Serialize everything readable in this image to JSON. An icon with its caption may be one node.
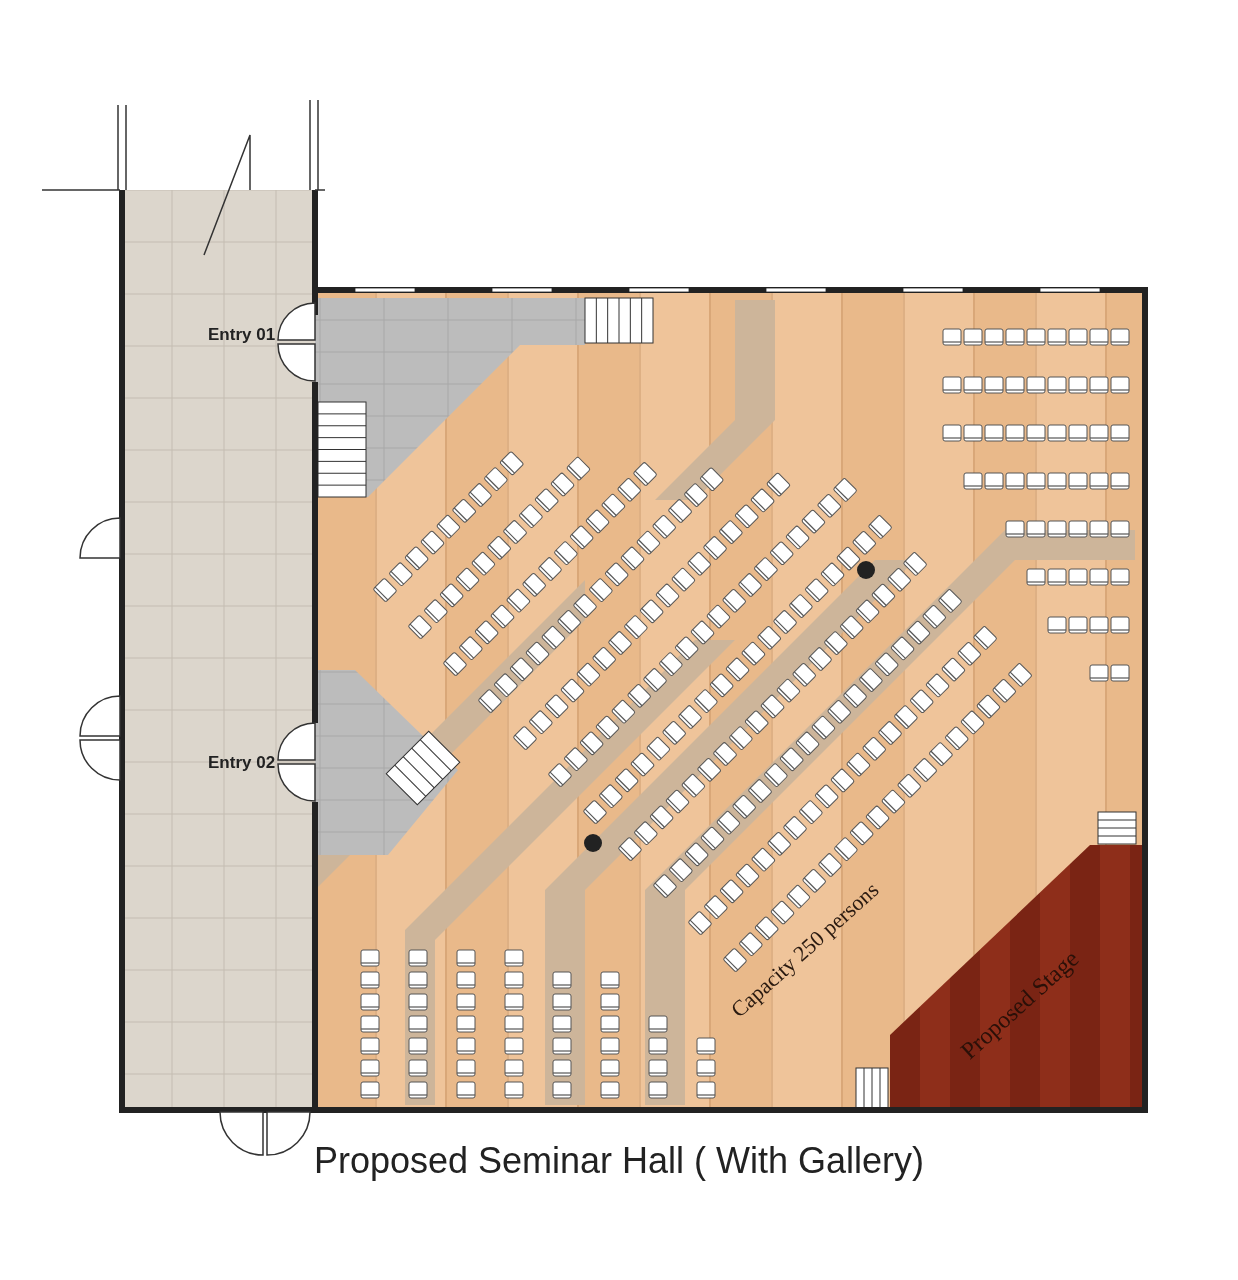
{
  "diagram": {
    "caption": "Proposed Seminar Hall ( With Gallery)",
    "nodes": [
      {
        "text": [
          "Capacity 250 persons"
        ]
      },
      {
        "text": [
          "Proposed Stage"
        ],
        "in": 0
      }
    ],
    "labels": [
      "Entry 01",
      "Entry 02"
    ]
  }
}
